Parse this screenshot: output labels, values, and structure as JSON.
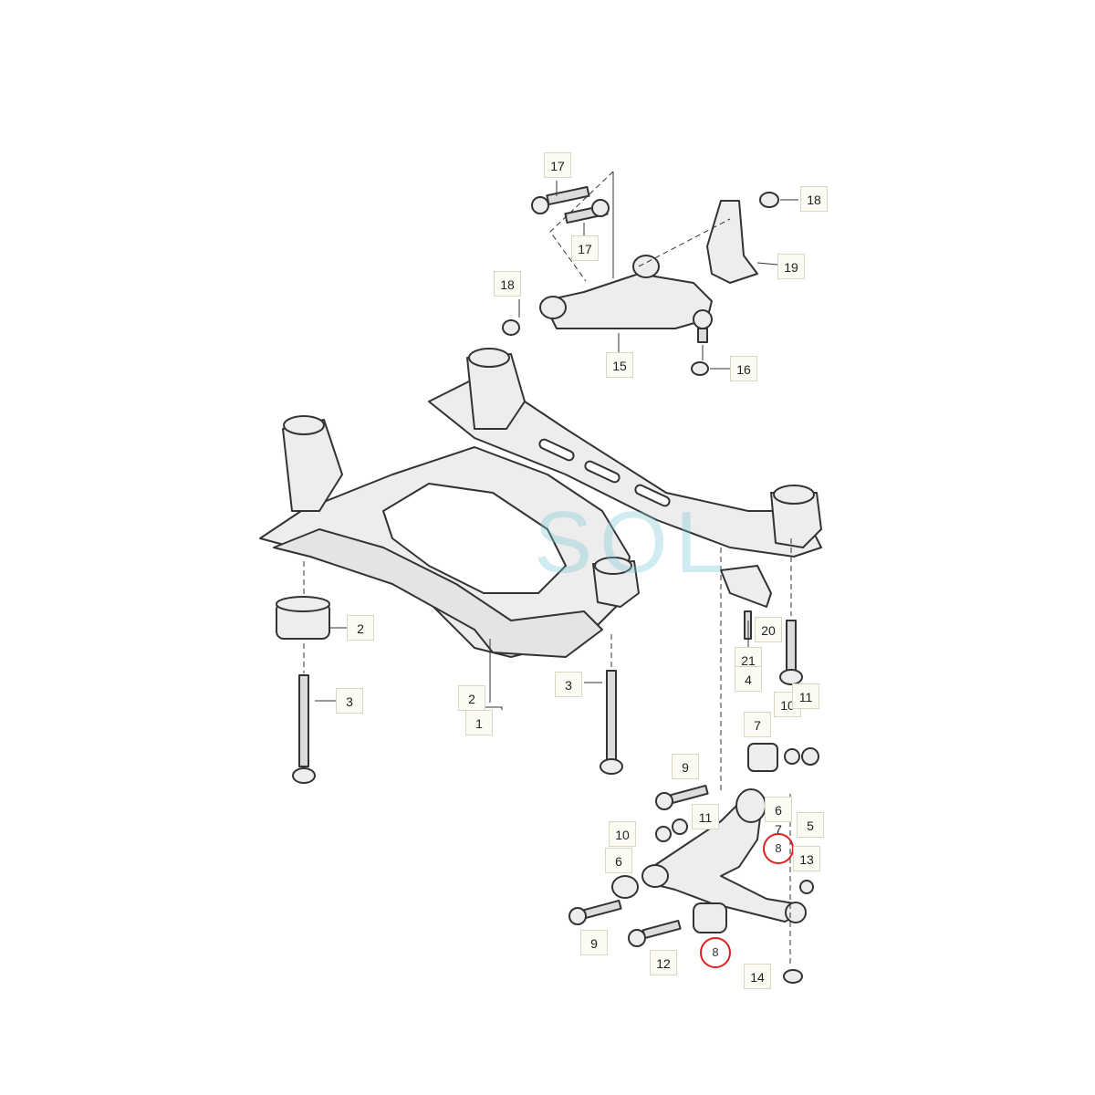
{
  "watermark": "SOL",
  "callouts": [
    "17",
    "17",
    "18",
    "18",
    "19",
    "15",
    "16",
    "2",
    "3",
    "2",
    "1",
    "3",
    "20",
    "21",
    "4",
    "10",
    "11",
    "7",
    "9",
    "11",
    "6",
    "5",
    "7",
    "8",
    "10",
    "13",
    "6",
    "9",
    "12",
    "8",
    "14"
  ],
  "colors": {
    "line": "#333333",
    "part_fill": "#ededed",
    "highlight": "#e02020",
    "label_bg": "#fbfbf4",
    "label_border": "#d8d8c0"
  }
}
